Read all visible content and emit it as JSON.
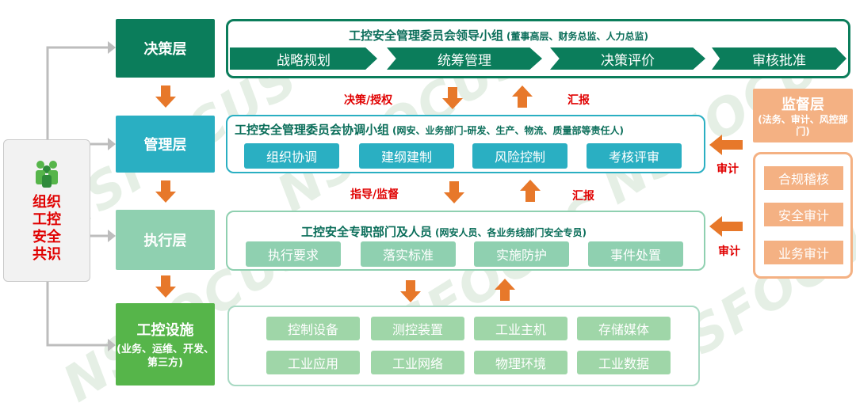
{
  "consensus": {
    "icon": "people-icon",
    "text": "组织工控安全共识"
  },
  "layers": {
    "decision": "决策层",
    "management": "管理层",
    "execution": "执行层",
    "facility_title": "工控设施",
    "facility_sub": "(业务、运维、开发、第三方)"
  },
  "decision_group": {
    "title": "工控安全管理委员会领导小组",
    "subtitle": "(董事高层、财务总监、人力总监)",
    "steps": [
      "战略规划",
      "统筹管理",
      "决策评价",
      "审核批准"
    ]
  },
  "management_group": {
    "title": "工控安全管理委员会协调小组",
    "subtitle": "(网安、业务部门-研发、生产、物流、质量部等责任人)",
    "items": [
      "组织协调",
      "建纲建制",
      "风险控制",
      "考核评审"
    ]
  },
  "execution_group": {
    "title": "工控安全专职部门及人员",
    "subtitle": "(网安人员、各业务线部门安全专员)",
    "items": [
      "执行要求",
      "落实标准",
      "实施防护",
      "事件处置"
    ]
  },
  "facility_group": {
    "items_row1": [
      "控制设备",
      "测控装置",
      "工业主机",
      "存储媒体"
    ],
    "items_row2": [
      "工业应用",
      "工业网络",
      "物理环境",
      "工业数据"
    ]
  },
  "flow_labels": {
    "decision_auth": "决策/授权",
    "report_1": "汇报",
    "guide_supervise": "指导/监督",
    "report_2": "汇报",
    "audit_1": "审计",
    "audit_2": "审计"
  },
  "supervision": {
    "title": "监督层",
    "subtitle": "(法务、审计、风控部门)",
    "items": [
      "合规稽核",
      "安全审计",
      "业务审计"
    ]
  },
  "watermark": "NSFOCUS",
  "colors": {
    "dark_green": "#0b7d5b",
    "teal": "#2aafc2",
    "light_green": "#8fd0b0",
    "green": "#56b54a",
    "orange": "#f4b183",
    "arrow_orange": "#e7782a",
    "red": "#e00000"
  }
}
